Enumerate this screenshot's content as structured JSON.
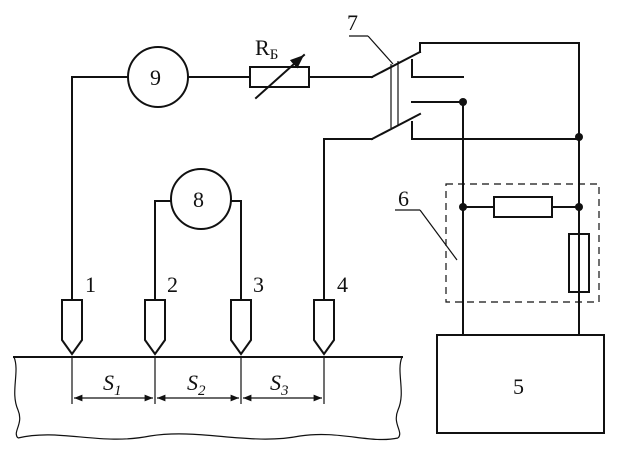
{
  "labels": {
    "probe_1": "1",
    "probe_2": "2",
    "probe_3": "3",
    "probe_4": "4",
    "block_5": "5",
    "network_6": "6",
    "switch_7": "7",
    "meter_8": "8",
    "meter_9": "9",
    "resistor_main": "R",
    "resistor_sub": "Б"
  },
  "spacings": [
    {
      "main": "S",
      "sub": "1"
    },
    {
      "main": "S",
      "sub": "2"
    },
    {
      "main": "S",
      "sub": "3"
    }
  ]
}
